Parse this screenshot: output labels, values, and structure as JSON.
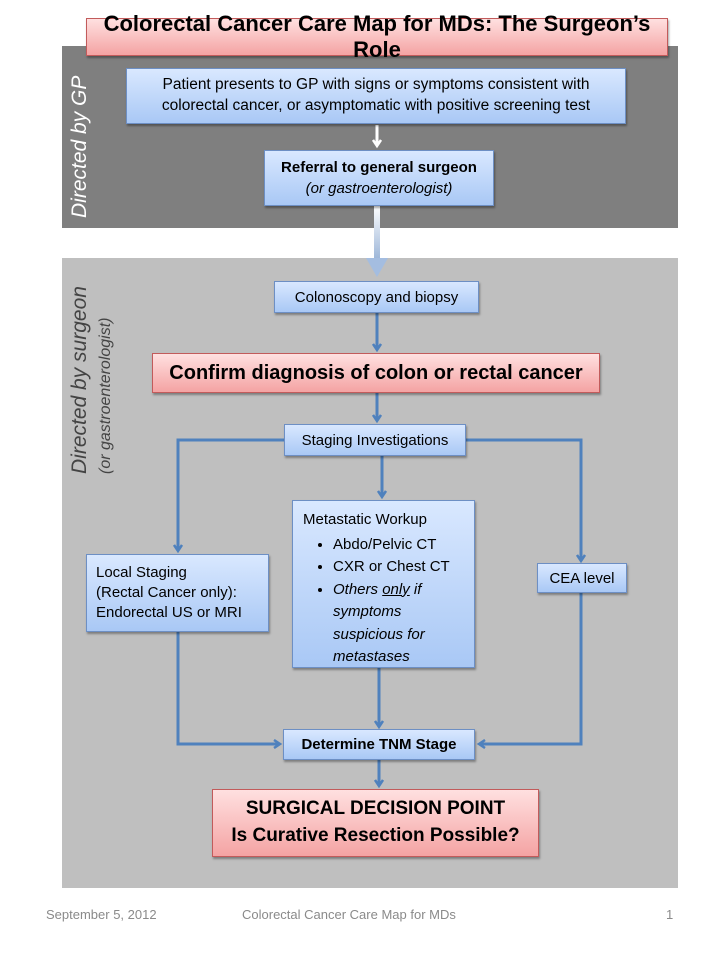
{
  "title": "Colorectal Cancer Care Map for MDs: The Surgeon’s Role",
  "panels": {
    "gp_label": "Directed by GP",
    "surgeon_label": "Directed by surgeon",
    "surgeon_sublabel": "(or gastroenterologist)"
  },
  "nodes": {
    "patient_presents": "Patient presents to GP with signs or symptoms consistent with colorectal cancer, or asymptomatic with positive screening test",
    "referral": "Referral to general surgeon",
    "referral_sub": "(or gastroenterologist)",
    "colonoscopy": "Colonoscopy and biopsy",
    "confirm_diagnosis": "Confirm diagnosis of colon or rectal cancer",
    "staging": "Staging Investigations",
    "local_staging": {
      "line1": "Local Staging",
      "line2": "(Rectal Cancer only):",
      "line3": "Endorectal US or MRI"
    },
    "metastatic": {
      "title": "Metastatic Workup",
      "items": [
        "Abdo/Pelvic CT",
        "CXR or Chest CT"
      ],
      "others_prefix": "Others ",
      "others_emph": "only",
      "others_suffix": " if symptoms suspicious for metastases"
    },
    "cea": "CEA level",
    "tnm": "Determine TNM Stage",
    "decision_line1": "SURGICAL DECISION POINT",
    "decision_line2": "Is Curative Resection Possible?"
  },
  "footer": {
    "date": "September 5, 2012",
    "title": "Colorectal Cancer Care Map for MDs",
    "page": "1"
  },
  "colors": {
    "connector": "#4f81bd",
    "gp_panel": "#7f7f7f",
    "surgeon_panel": "#bfbfbf"
  }
}
